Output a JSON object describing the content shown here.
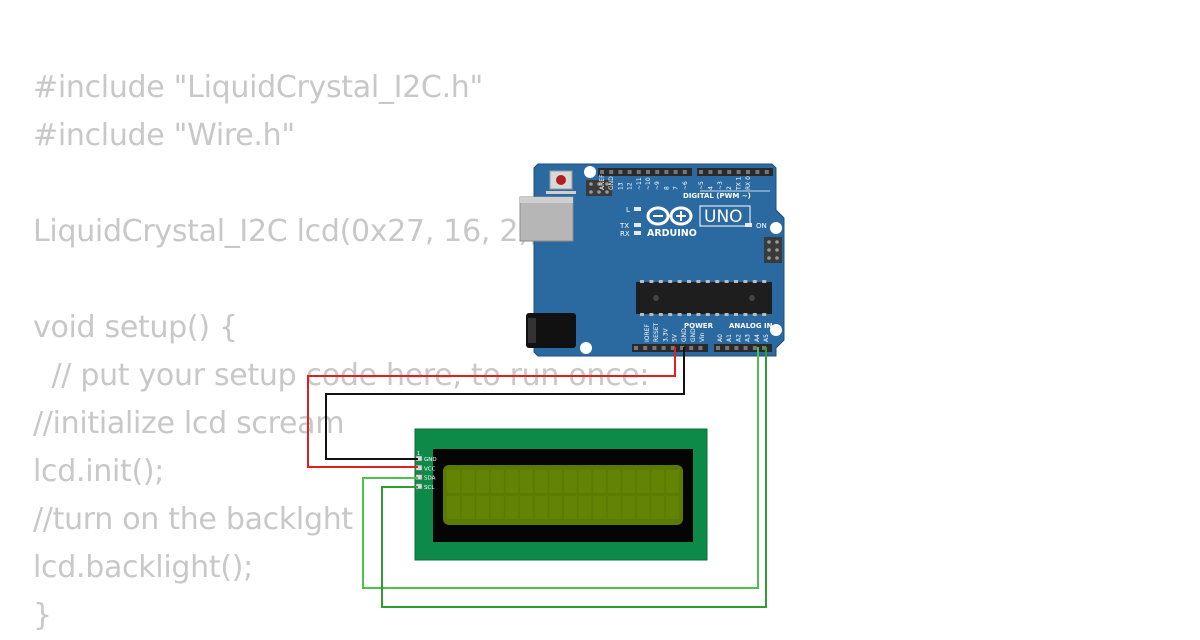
{
  "code_lines": [
    "#include \"LiquidCrystal_I2C.h\"",
    "#include \"Wire.h\"",
    "",
    "LiquidCrystal_I2C lcd(0x27, 16, 2);",
    "",
    "void setup() {",
    "  // put your setup code here, to run once:",
    "//initialize lcd scream",
    "lcd.init();",
    "//turn on the backlght",
    "lcd.backlight();",
    "}"
  ],
  "arduino": {
    "brand": "ARDUINO",
    "model": "UNO",
    "on_label": "ON",
    "digital_label": "DIGITAL (PWM ~)",
    "power_label": "POWER",
    "analog_label": "ANALOG IN",
    "tx_label": "TX",
    "rx_label": "RX",
    "l_label": "L",
    "top_pins": [
      "AREF",
      "GND",
      "13",
      "12",
      "~11",
      "~10",
      "~9",
      "8",
      "7",
      "~6",
      "~5",
      "4",
      "~3",
      "2",
      "TX 1",
      "RX 0"
    ],
    "power_pins": [
      "IOREF",
      "RESET",
      "3.3V",
      "5V",
      "GND",
      "GND",
      "Vin"
    ],
    "analog_pins": [
      "A0",
      "A1",
      "A2",
      "A3",
      "A4",
      "A5"
    ],
    "color": "#2b6aa1"
  },
  "lcd": {
    "pin_number": "1",
    "pins": [
      "GND",
      "VCC",
      "SDA",
      "SCL"
    ],
    "board_color": "#0d8a47",
    "screen_color": "#5b7a00"
  },
  "wires": {
    "vcc_color": "#e02020",
    "gnd_color": "#111111",
    "sda_color": "#4cc24c",
    "scl_color": "#2e9e2e"
  }
}
